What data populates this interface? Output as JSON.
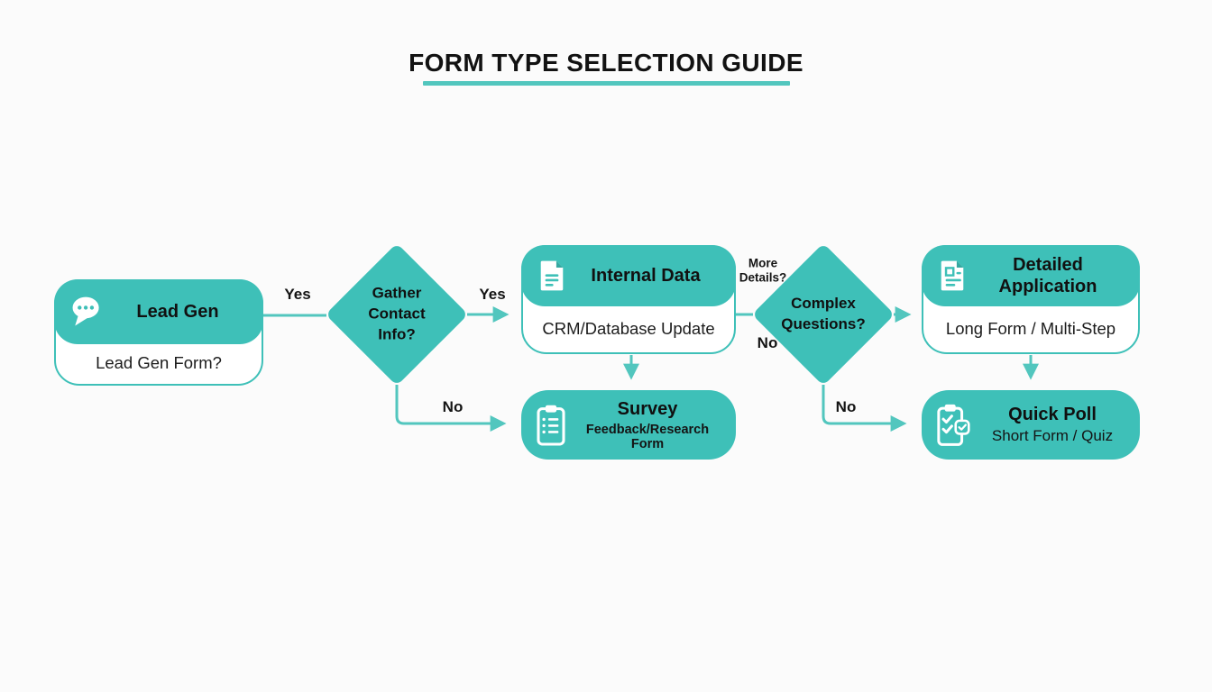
{
  "title": "FORM TYPE SELECTION GUIDE",
  "colors": {
    "teal": "#3EC0B8",
    "line": "#52C6BE",
    "text": "#171717"
  },
  "nodes": {
    "lead_gen": {
      "title": "Lead Gen",
      "subtitle": "Lead Gen Form?",
      "icon": "chat-bubble-icon"
    },
    "gather_contact": {
      "question": "Gather\nContact\nInfo?"
    },
    "internal_data": {
      "title": "Internal Data",
      "subtitle": "CRM/Database Update",
      "icon": "document-icon"
    },
    "survey": {
      "title": "Survey",
      "subtitle": "Feedback/Research Form",
      "icon": "clipboard-list-icon"
    },
    "complex_questions": {
      "question": "Complex\nQuestions?"
    },
    "detailed_application": {
      "title": "Detailed Application",
      "subtitle": "Long Form / Multi-Step",
      "icon": "form-document-icon"
    },
    "quick_poll": {
      "title": "Quick Poll",
      "subtitle": "Short Form / Quiz",
      "icon": "clipboard-check-icon"
    }
  },
  "edge_labels": {
    "lead_to_gather_yes": "Yes",
    "gather_to_internal_yes": "Yes",
    "gather_to_survey_no": "No",
    "internal_to_complex": "More\nDetails?",
    "complex_no_left": "No",
    "complex_to_quickpoll_no": "No"
  }
}
